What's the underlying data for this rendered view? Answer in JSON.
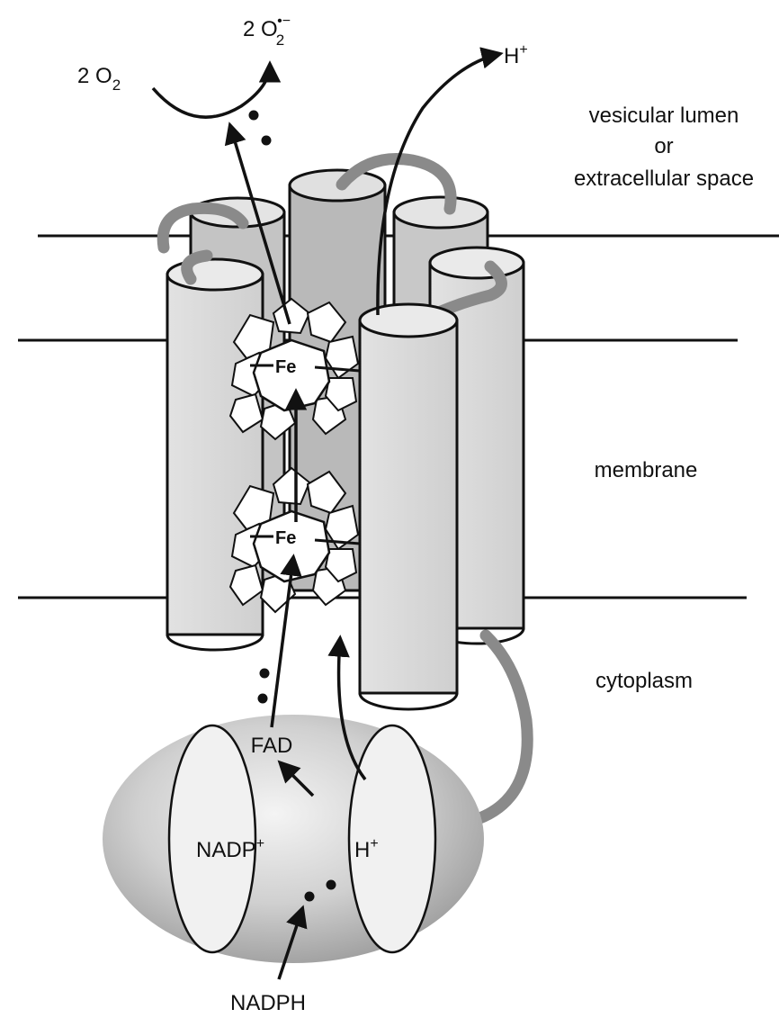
{
  "regions": {
    "lumen_line1": "vesicular lumen",
    "lumen_line2": "or",
    "lumen_line3": "extracellular space",
    "membrane": "membrane",
    "cytoplasm": "cytoplasm"
  },
  "labels": {
    "o2_coef": "2 O",
    "o2_sub": "2",
    "superoxide_coef": "2 O",
    "superoxide_sub": "2",
    "superoxide_charge": "•−",
    "proton_top": "H",
    "proton_top_charge": "+",
    "heme_upper": "Fe",
    "heme_lower": "Fe",
    "fad": "FAD",
    "nadp": "NADP",
    "nadp_charge": "+",
    "proton_bottom": "H",
    "proton_bottom_charge": "+",
    "nadph": "NADPH"
  },
  "colors": {
    "line": "#111111",
    "helix_fill": "#d6d6d6",
    "helix_back_fill": "#bdbdbd",
    "loop": "#8a8a8a",
    "domain_light": "#efefef",
    "domain_dark": "#9e9e9e"
  }
}
